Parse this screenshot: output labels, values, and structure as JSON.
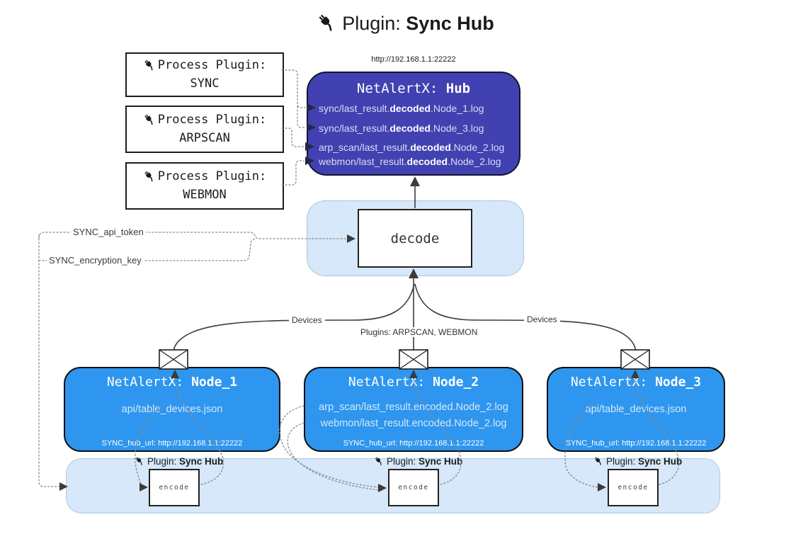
{
  "title": {
    "prefix": "Plugin: ",
    "bold": "Sync Hub"
  },
  "hub": {
    "url": "http://192.168.1.1:22222",
    "title_prefix": "NetAlertX: ",
    "title_bold": "Hub",
    "lines": [
      {
        "pre": "sync/last_result.",
        "bold": "decoded",
        "post": ".Node_1.log"
      },
      {
        "pre": "sync/last_result.",
        "bold": "decoded",
        "post": ".Node_3.log"
      },
      {
        "pre": "arp_scan/last_result.",
        "bold": "decoded",
        "post": ".Node_2.log"
      },
      {
        "pre": "webmon/last_result.",
        "bold": "decoded",
        "post": ".Node_2.log"
      }
    ]
  },
  "process_plugins": [
    {
      "label": "Process Plugin:",
      "name": "SYNC"
    },
    {
      "label": "Process Plugin:",
      "name": "ARPSCAN"
    },
    {
      "label": "Process Plugin:",
      "name": "WEBMON"
    }
  ],
  "decode": {
    "label": "decode"
  },
  "tokens": {
    "api": "SYNC_api_token",
    "key": "SYNC_encryption_key"
  },
  "edges": {
    "devices_left": "Devices",
    "plugins_mid": "Plugins: ARPSCAN, WEBMON",
    "devices_right": "Devices"
  },
  "nodes": [
    {
      "title_prefix": "NetAlertX: ",
      "title_bold": "Node_1",
      "lines": [
        "api/table_devices.json"
      ],
      "hub_url": "SYNC_hub_url: http://192.168.1.1:22222"
    },
    {
      "title_prefix": "NetAlertX: ",
      "title_bold": "Node_2",
      "lines": [
        "arp_scan/last_result.encoded.Node_2.log",
        "webmon/last_result.encoded.Node_2.log"
      ],
      "hub_url": "SYNC_hub_url: http://192.168.1.1:22222"
    },
    {
      "title_prefix": "NetAlertX: ",
      "title_bold": "Node_3",
      "lines": [
        "api/table_devices.json"
      ],
      "hub_url": "SYNC_hub_url: http://192.168.1.1:22222"
    }
  ],
  "band": {
    "labels": [
      {
        "prefix": "Plugin: ",
        "bold": "Sync Hub"
      },
      {
        "prefix": "Plugin: ",
        "bold": "Sync Hub"
      },
      {
        "prefix": "Plugin: ",
        "bold": "Sync Hub"
      }
    ],
    "encode_label": "encode"
  },
  "colors": {
    "hub_fill": "#4141b2",
    "node_fill": "#2e96ee",
    "container_fill": "#d6e8f9",
    "container_border": "#7d9ec4",
    "box_border": "#1d1d1d",
    "connector_gray": "#8a8a8a",
    "connector_dark": "#3b3b3b"
  }
}
